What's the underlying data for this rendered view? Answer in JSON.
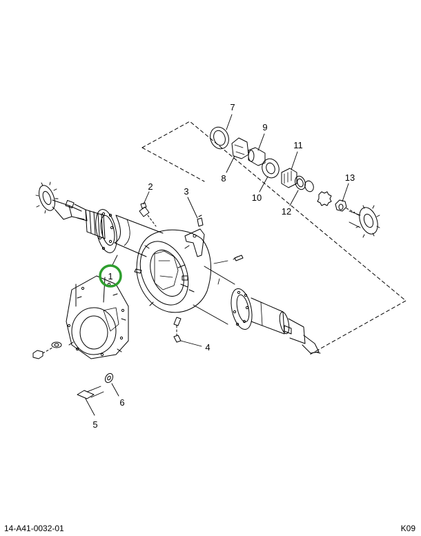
{
  "diagram": {
    "callouts": {
      "c1": "1",
      "c2": "2",
      "c3": "3",
      "c4": "4",
      "c5": "5",
      "c6": "6",
      "c7": "7",
      "c8": "8",
      "c9": "9",
      "c10": "10",
      "c11": "11",
      "c12": "12",
      "c13": "13"
    },
    "highlight_color": "#2e9e2e",
    "line_color": "#000000"
  },
  "footer": {
    "doc_number": "14-A41-0032-01",
    "page_code": "K09"
  }
}
